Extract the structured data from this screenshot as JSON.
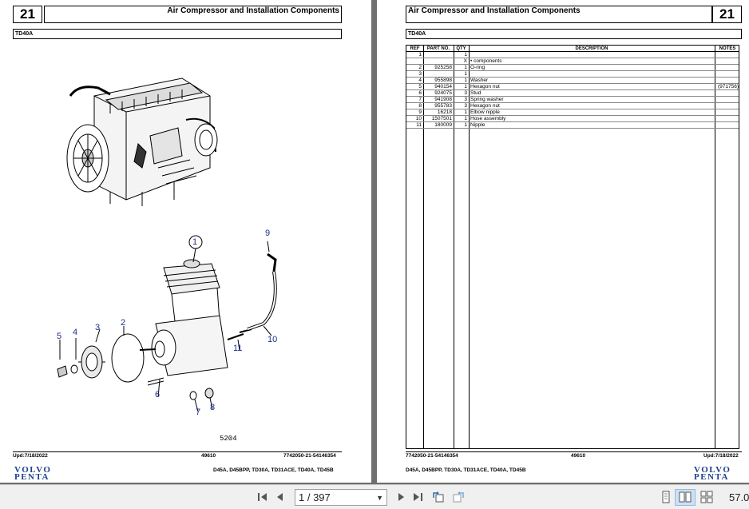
{
  "left_page": {
    "page_number": "21",
    "title": "Air Compressor and Installation Components",
    "model": "TD40A",
    "footer_date": "Upd:7/18/2022",
    "footer_code": "49610",
    "footer_ref": "7742050-21-54146354",
    "footer_models": "D45A, D45BPP, TD30A, TD31ACE, TD40A, TD45B",
    "brand_line1": "VOLVO",
    "brand_line2": "PENTA",
    "drawing_number": "5204",
    "callouts": [
      "1",
      "2",
      "3",
      "4",
      "5",
      "6",
      "7",
      "8",
      "9",
      "10",
      "11"
    ]
  },
  "right_page": {
    "page_number": "21",
    "title": "Air Compressor and Installation Components",
    "model": "TD40A",
    "footer_ref": "7742050-21-54146354",
    "footer_code": "49610",
    "footer_date": "Upd:7/18/2022",
    "footer_models": "D45A, D45BPP, TD30A, TD31ACE, TD40A, TD45B",
    "brand_line1": "VOLVO",
    "brand_line2": "PENTA",
    "table": {
      "headers": {
        "ref": "REF",
        "part": "PART NO.",
        "qty": "QTY",
        "desc": "DESCRIPTION",
        "notes": "NOTES"
      },
      "rows": [
        {
          "ref": "1",
          "part": "",
          "qty": "1",
          "desc": "",
          "notes": ""
        },
        {
          "ref": "",
          "part": "",
          "qty": "X",
          "desc": "• components",
          "notes": ""
        },
        {
          "ref": "2",
          "part": "925258",
          "qty": "1",
          "desc": "O-ring",
          "notes": ""
        },
        {
          "ref": "3",
          "part": "",
          "qty": "1",
          "desc": "",
          "notes": ""
        },
        {
          "ref": "4",
          "part": "955898",
          "qty": "1",
          "desc": "Washer",
          "notes": ""
        },
        {
          "ref": "5",
          "part": "940154",
          "qty": "1",
          "desc": "Hexagon nut",
          "notes": "(971756)"
        },
        {
          "ref": "6",
          "part": "924075",
          "qty": "3",
          "desc": "Stud",
          "notes": ""
        },
        {
          "ref": "7",
          "part": "941908",
          "qty": "3",
          "desc": "Spring washer",
          "notes": ""
        },
        {
          "ref": "8",
          "part": "955783",
          "qty": "3",
          "desc": "Hexagon nut",
          "notes": ""
        },
        {
          "ref": "9",
          "part": "16218",
          "qty": "1",
          "desc": "Elbow nipple",
          "notes": ""
        },
        {
          "ref": "10",
          "part": "1507501",
          "qty": "1",
          "desc": "Hose assembly",
          "notes": ""
        },
        {
          "ref": "11",
          "part": "180009",
          "qty": "1",
          "desc": "Nipple",
          "notes": ""
        }
      ]
    }
  },
  "toolbar": {
    "page_indicator": "1 / 397",
    "zoom": "57.0",
    "icons": [
      "first-page-icon",
      "prev-page-icon",
      "next-page-icon",
      "last-page-icon",
      "rotate-icon",
      "rotate-back-icon",
      "single-page-icon",
      "double-page-icon",
      "continuous-icon"
    ]
  }
}
